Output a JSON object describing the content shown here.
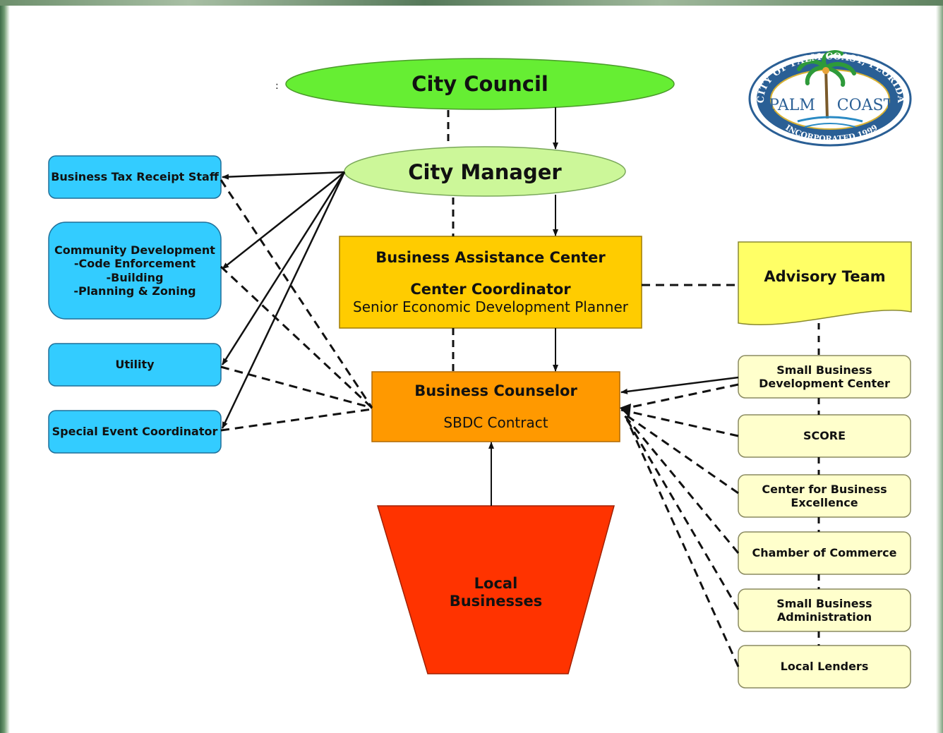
{
  "colors": {
    "council": "#66ee33",
    "manager": "#ccf799",
    "bac": "#ffcc00",
    "counselor": "#ff9900",
    "local": "#ff3300",
    "dept": "#33ccff",
    "partner": "#ffffcc",
    "advisory": "#ffff66",
    "seal_blue": "#2a5f95"
  },
  "nodes": {
    "city_council": "City Council",
    "city_manager": "City Manager",
    "bac_line1": "Business Assistance Center",
    "bac_line2": "Center Coordinator",
    "bac_line3": "Senior Economic Development Planner",
    "counselor_line1": "Business Counselor",
    "counselor_line2": "SBDC Contract",
    "local_line1": "Local",
    "local_line2": "Businesses",
    "advisory_team": "Advisory Team"
  },
  "departments": {
    "tax_receipt": "Business Tax Receipt Staff",
    "community_dev": [
      "Community Development",
      "-Code Enforcement",
      "-Building",
      "-Planning & Zoning"
    ],
    "utility": "Utility",
    "special_event": "Special Event Coordinator"
  },
  "partners": {
    "sbdc": [
      "Small Business",
      "Development Center"
    ],
    "score": "SCORE",
    "cbe": [
      "Center for Business",
      "Excellence"
    ],
    "chamber": "Chamber of Commerce",
    "sba": [
      "Small Business",
      "Administration"
    ],
    "lenders": "Local Lenders"
  },
  "stray_mark": ":",
  "seal": {
    "top_text": "CITY OF PALM COAST, FLORIDA",
    "bottom_text": "INCORPORATED 1999",
    "word1": "PALM",
    "word2": "COAST"
  }
}
